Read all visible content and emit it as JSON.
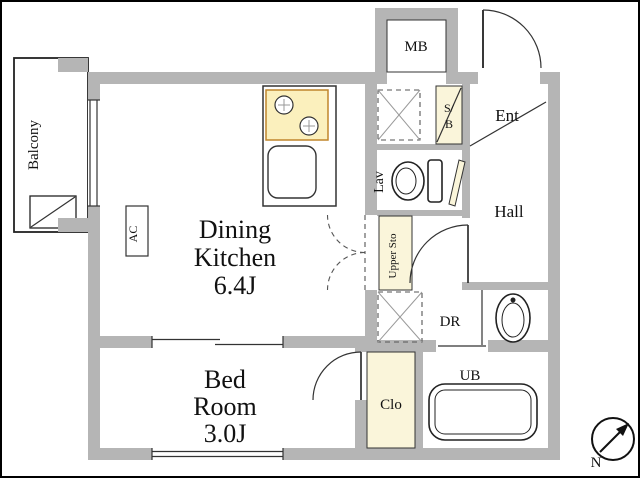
{
  "plan": {
    "rooms": {
      "dining_kitchen": {
        "lines": [
          "Dining",
          "Kitchen",
          "6.4J"
        ]
      },
      "bed_room": {
        "lines": [
          "Bed",
          "Room",
          "3.0J"
        ]
      },
      "hall": {
        "label": "Hall"
      },
      "ent": {
        "label": "Ent"
      },
      "lav": {
        "label": "Lav"
      },
      "dr": {
        "label": "DR"
      },
      "ub": {
        "label": "UB"
      },
      "clo": {
        "label": "Clo"
      },
      "mb": {
        "label": "MB"
      },
      "balcony": {
        "label": "Balcony"
      },
      "upper_sto": {
        "label": "Upper Sto"
      },
      "ac": {
        "label": "AC"
      },
      "sb": {
        "lines": [
          "S/",
          "B"
        ]
      }
    },
    "compass": {
      "label": "N"
    },
    "colors": {
      "wall": "#b5b5b5",
      "highlight": "#faf5da",
      "stove_fill": "#fbf0bd",
      "stove_border": "#c0862c",
      "line": "#222222"
    }
  }
}
